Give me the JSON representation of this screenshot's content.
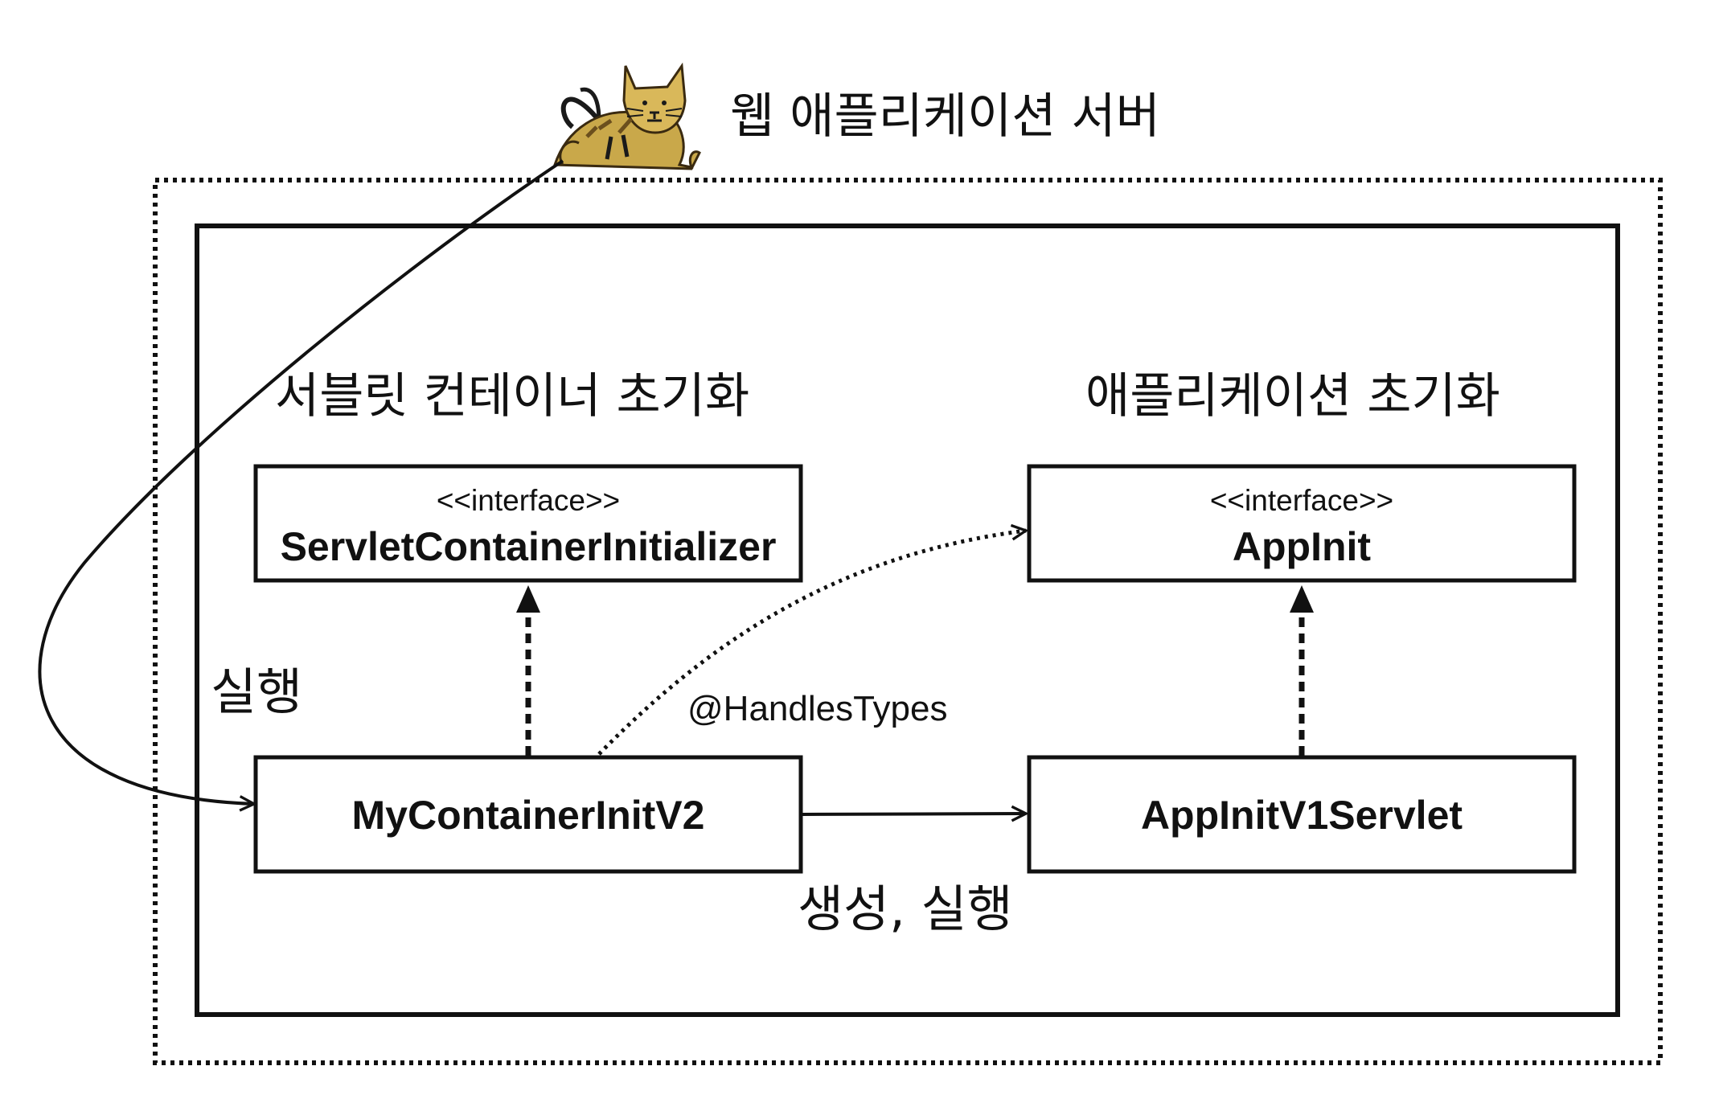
{
  "server": {
    "title": "웹 애플리케이션 서버",
    "logo_icon": "tomcat-cat-icon"
  },
  "sections": {
    "servlet_container_init": "서블릿 컨테이너 초기화",
    "app_init": "애플리케이션 초기화"
  },
  "boxes": {
    "servlet_container_initializer": {
      "stereotype": "<<interface>>",
      "name": "ServletContainerInitializer"
    },
    "app_init": {
      "stereotype": "<<interface>>",
      "name": "AppInit"
    },
    "my_container_init": {
      "name": "MyContainerInitV2"
    },
    "app_init_servlet": {
      "name": "AppInitV1Servlet"
    }
  },
  "edges": {
    "run_label": "실행",
    "handles_types_label": "@HandlesTypes",
    "create_run_label": "생성, 실행"
  },
  "colors": {
    "stroke": "#111111",
    "tomcat_body": "#c9a84a",
    "tomcat_stripe": "#6b4f1d"
  }
}
